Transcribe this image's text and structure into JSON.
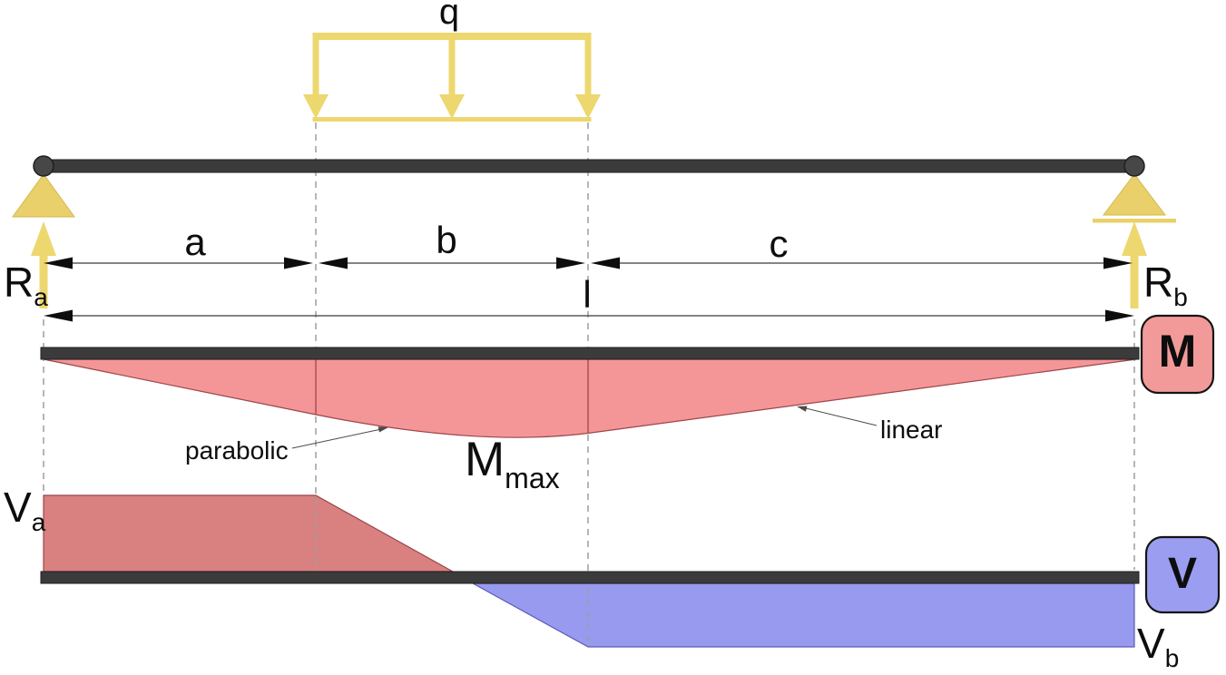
{
  "labels": {
    "load": "q",
    "dim_a": "a",
    "dim_b": "b",
    "dim_c": "c",
    "dim_l": "l",
    "reaction_left": {
      "main": "R",
      "sub": "a"
    },
    "reaction_right": {
      "main": "R",
      "sub": "b"
    },
    "shear_left": {
      "main": "V",
      "sub": "a"
    },
    "shear_right": {
      "main": "V",
      "sub": "b"
    },
    "moment_max": {
      "main": "M",
      "sub": "max"
    },
    "annotation_parabolic": "parabolic",
    "annotation_linear": "linear"
  },
  "badges": {
    "moment": "M",
    "shear": "V"
  },
  "colors": {
    "load_yellow": "#edd76f",
    "beam_dark": "#3b3b3b",
    "moment_fill": "#f49697",
    "moment_edge": "#9c464b",
    "shear_positive_fill": "#d98181",
    "shear_positive_edge": "#9c4348",
    "shear_negative_fill": "#989af0",
    "shear_negative_edge": "#5a5bb9",
    "moment_badge_fill": "#f29a9a",
    "shear_badge_fill": "#9b9df0",
    "dashed_line": "#9e9e9e",
    "dimension_line": "#3a3a3a"
  }
}
